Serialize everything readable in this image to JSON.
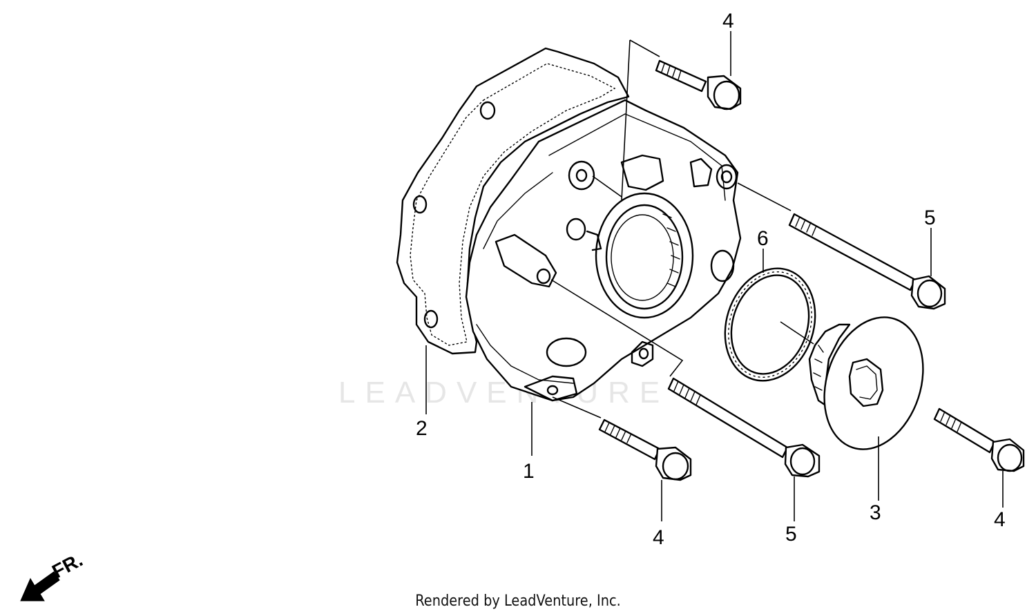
{
  "callouts": {
    "c1": "1",
    "c2": "2",
    "c3": "3",
    "c4_top": "4",
    "c4_left": "4",
    "c4_right": "4",
    "c5_top": "5",
    "c5_bottom": "5",
    "c6": "6"
  },
  "direction": {
    "label": "FR."
  },
  "watermark": {
    "text": "LEADVENTURE"
  },
  "footer": {
    "text": "Rendered by LeadVenture, Inc."
  },
  "icons": {
    "front_arrow": "arrow-left-down-icon"
  }
}
